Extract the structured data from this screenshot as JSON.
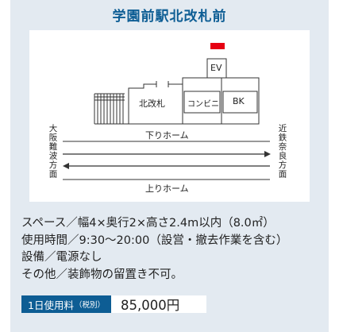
{
  "title": "学園前駅北改札前",
  "map": {
    "ev_label": "EV",
    "gate_label": "北改札",
    "conveni_label": "コンビニ",
    "bk_label": "BK",
    "platform_down": "下りホーム",
    "platform_up": "上りホーム",
    "left_direction": "大阪難波方面",
    "right_direction": "近鉄奈良方面",
    "marker_color": "#e60012"
  },
  "info": {
    "space": "スペース／幅4×奥行2×高さ2.4m以内（8.0㎡）",
    "hours": "使用時間／9:30～20:00（設営・撤去作業を含む）",
    "equipment": "設備／電源なし",
    "other": "その他／装飾物の留置き不可。"
  },
  "fee": {
    "label": "1日使用料",
    "tax_note": "（税別）",
    "value": "85,000円"
  },
  "colors": {
    "accent": "#0d5d94",
    "background": "#e3eaf1"
  }
}
